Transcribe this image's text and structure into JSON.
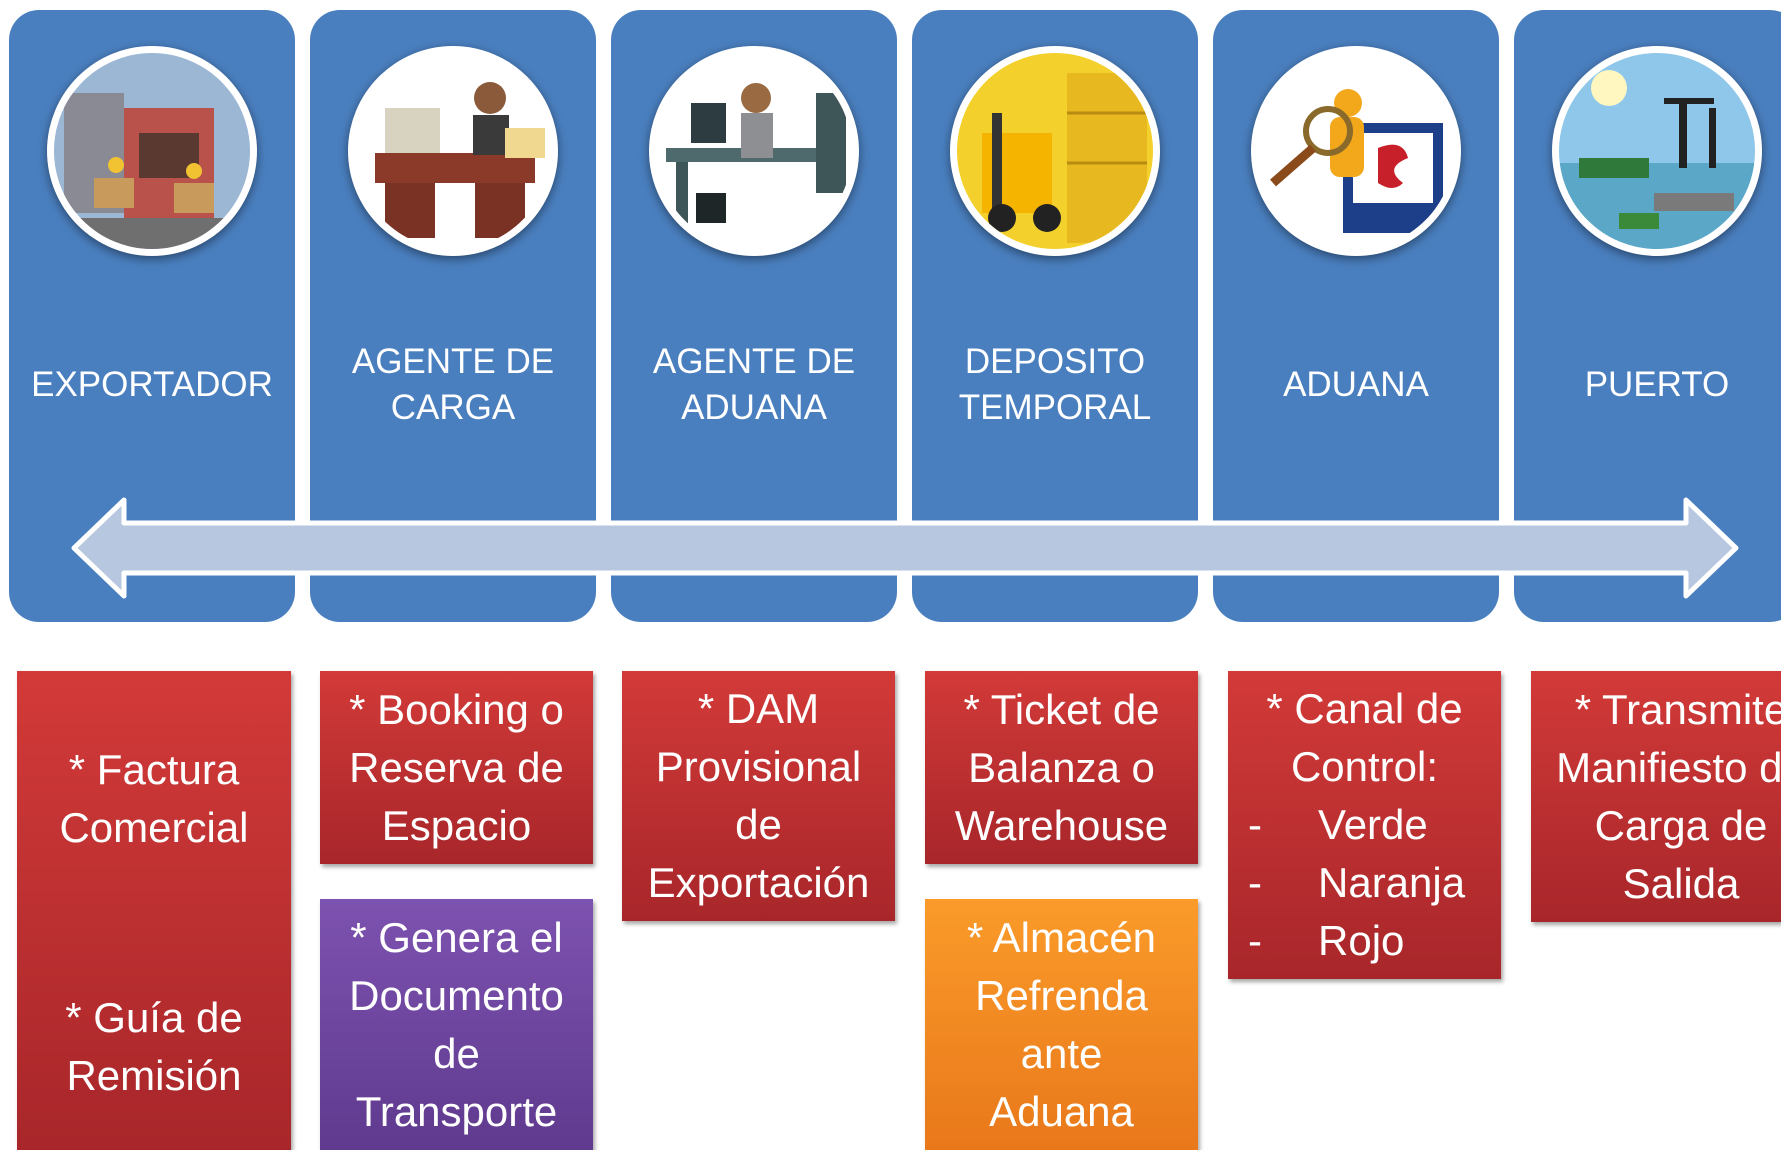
{
  "colors": {
    "stage_blue": "#4a7fbf",
    "arrow": "#b7c7df",
    "box_red": "#c1302f",
    "box_purple": "#6e48a0",
    "box_orange": "#f48a21"
  },
  "stages": [
    {
      "label": "EXPORTADOR",
      "icon": "factory-workers-icon"
    },
    {
      "label": "AGENTE DE CARGA",
      "icon": "woman-at-desk-phone-icon"
    },
    {
      "label": "AGENTE DE ADUANA",
      "icon": "woman-at-computer-icon"
    },
    {
      "label": "DEPOSITO TEMPORAL",
      "icon": "forklift-warehouse-icon"
    },
    {
      "label": "ADUANA",
      "icon": "sunat-magnifier-icon"
    },
    {
      "label": "PUERTO",
      "icon": "port-cranes-icon"
    }
  ],
  "arrow": {
    "type": "double-headed",
    "icon": "double-arrow-icon"
  },
  "docs": {
    "exportador": {
      "factura": "* Factura Comercial",
      "guia": "* Guía de Remisión"
    },
    "agente_carga": {
      "booking": "* Booking o Reserva de Espacio",
      "documento": "* Genera el Documento de Transporte"
    },
    "agente_aduana": {
      "dam": "* DAM Provisional de Exportación"
    },
    "deposito": {
      "ticket": "* Ticket de Balanza o Warehouse",
      "almacen": "* Almacén Refrenda ante Aduana"
    },
    "aduana": {
      "title": "* Canal de Control:",
      "items": [
        {
          "dash": "-",
          "text": "Verde"
        },
        {
          "dash": "-",
          "text": "Naranja"
        },
        {
          "dash": "-",
          "text": "Rojo"
        }
      ]
    },
    "puerto": {
      "transmite": "* Transmite Manifiesto de Carga de Salida"
    }
  }
}
